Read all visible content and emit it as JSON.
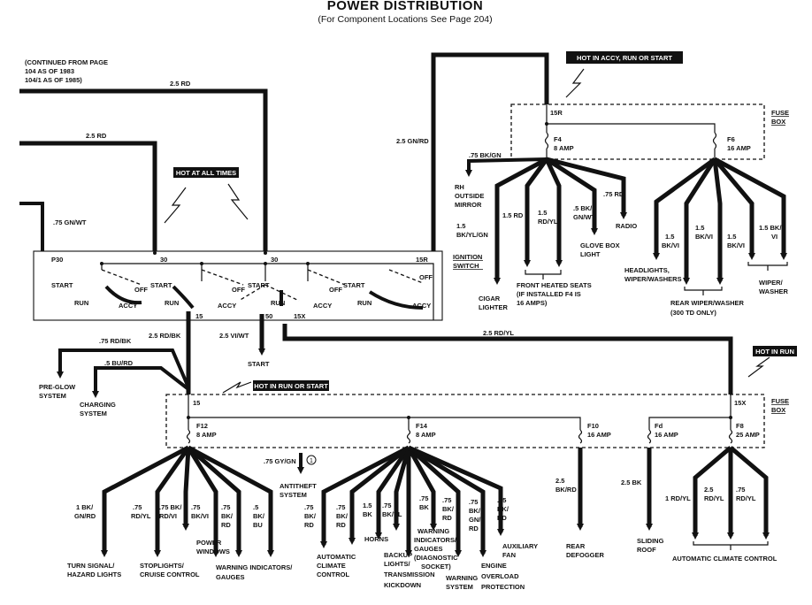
{
  "title": "POWER DISTRIBUTION",
  "subtitle": "(For Component Locations See Page 204)",
  "continued_note": [
    "(CONTINUED FROM PAGE",
    "104 AS OF 1983",
    "104/1 AS OF 1985)"
  ],
  "hot_labels": {
    "accy_run_start": "HOT IN ACCY, RUN OR START",
    "all_times": "HOT AT ALL TIMES",
    "run_or_start": "HOT IN RUN OR START",
    "in_run": "HOT IN RUN"
  },
  "fuse_box_label": [
    "FUSE",
    "BOX"
  ],
  "ignition_switch_label": [
    "IGNITION",
    "SWITCH"
  ],
  "wires": {
    "top_feed": "2.5 RD",
    "second_feed": "2.5 RD",
    "p30_feed": ".75 GN/WT",
    "gn_rd": "2.5 GN/RD",
    "rd_bk": "2.5 RD/BK",
    "rd_bk_small": ".75 RD/BK",
    "bu_rd": ".5 BU/RD",
    "vi_wt": "2.5 VI/WT",
    "rd_yl": "2.5 RD/YL",
    "gy_gn": ".75 GY/GN"
  },
  "terminals": {
    "p30": "P30",
    "t30a": "30",
    "t30b": "30",
    "t15r_sw": "15R",
    "t15r_box": "15R",
    "t15": "15",
    "t50": "50",
    "t15x": "15X",
    "t15_box": "15",
    "t15x_box": "15X",
    "circle_1": "1"
  },
  "switch_positions": {
    "start": "START",
    "run": "RUN",
    "off": "OFF",
    "accy": "ACCY"
  },
  "fuses": {
    "f4": {
      "name": "F4",
      "rating": "8 AMP"
    },
    "f6": {
      "name": "F6",
      "rating": "16 AMP"
    },
    "f12": {
      "name": "F12",
      "rating": "8 AMP"
    },
    "f14": {
      "name": "F14",
      "rating": "8 AMP"
    },
    "f10": {
      "name": "F10",
      "rating": "16 AMP"
    },
    "fd": {
      "name": "Fd",
      "rating": "16 AMP"
    },
    "f8": {
      "name": "F8",
      "rating": "25 AMP"
    }
  },
  "upper_components": {
    "rh_mirror": [
      "RH",
      "OUTSIDE",
      "MIRROR"
    ],
    "bk_gn": ".75 BK/GN",
    "cigar_wire": [
      "1.5",
      "BK/YL/GN"
    ],
    "cigar": [
      "CIGAR",
      "LIGHTER"
    ],
    "rd15": "1.5 RD",
    "rd_yl15": [
      "1.5",
      "RD/YL"
    ],
    "front_heated": [
      "FRONT HEATED SEATS",
      "(IF INSTALLED F4 IS",
      "16 AMPS)"
    ],
    "bk_gn_wt": [
      ".5 BK/",
      "GN/WT"
    ],
    "glove": [
      "GLOVE BOX",
      "LIGHT"
    ],
    "rd75": ".75 RD",
    "radio": "RADIO",
    "bk_vi_1": [
      "1.5",
      "BK/VI"
    ],
    "bk_vi_2": [
      "1.5",
      "BK/VI"
    ],
    "bk_vi_3": [
      "1.5",
      "BK/VI"
    ],
    "bk_vi_4": [
      "1.5 BK/",
      "VI"
    ],
    "headlights": [
      "HEADLIGHTS,",
      "WIPER/WASHERS"
    ],
    "rear_wiper": [
      "REAR WIPER/WASHER",
      "(300 TD ONLY)"
    ],
    "wiper": [
      "WIPER/",
      "WASHER"
    ]
  },
  "lower_components": {
    "preglow": [
      "PRE-GLOW",
      "SYSTEM"
    ],
    "charging": [
      "CHARGING",
      "SYSTEM"
    ],
    "start": "START",
    "antitheft": [
      "ANTITHEFT",
      "SYSTEM"
    ],
    "f12_wires": [
      [
        "1 BK/",
        "GN/RD"
      ],
      [
        ".75",
        "RD/YL"
      ],
      [
        ".75 BK/",
        "RD/VI"
      ],
      [
        ".75",
        "BK/VI"
      ],
      [
        ".75",
        "BK/",
        "RD"
      ],
      [
        ".5",
        "BK/",
        "BU"
      ]
    ],
    "turn_signal": [
      "TURN SIGNAL/",
      "HAZARD LIGHTS"
    ],
    "stoplights": [
      "STOPLIGHTS/",
      "CRUISE CONTROL"
    ],
    "power_windows": [
      "POWER",
      "WINDOWS"
    ],
    "warning_gauges": [
      "WARNING INDICATORS/",
      "GAUGES"
    ],
    "f14_wires": [
      [
        ".75",
        "BK/",
        "RD"
      ],
      [
        ".75",
        "BK/",
        "RD"
      ],
      [
        "1.5",
        "BK"
      ],
      [
        ".75",
        "BK/YL"
      ],
      [
        ".75",
        "BK"
      ],
      [
        ".75",
        "BK/",
        "RD"
      ],
      [
        ".75",
        "BK/",
        "GN/",
        "RD"
      ],
      [
        ".75",
        "BK/",
        "RD"
      ]
    ],
    "auto_climate": [
      "AUTOMATIC",
      "CLIMATE",
      "CONTROL"
    ],
    "horns": "HORNS",
    "backup": [
      "BACKUP",
      "LIGHTS/",
      "TRANSMISSION",
      "KICKDOWN"
    ],
    "warning_diag": [
      "WARNING",
      "INDICATORS/",
      "GAUGES",
      "(DIAGNOSTIC",
      "SOCKET)"
    ],
    "warning_system": [
      "WARNING",
      "SYSTEM"
    ],
    "engine_overload": [
      "ENGINE",
      "OVERLOAD",
      "PROTECTION"
    ],
    "aux_fan": [
      "AUXILIARY",
      "FAN"
    ],
    "rear_defog_wire": [
      "2.5",
      "BK/RD"
    ],
    "rear_defogger": [
      "REAR",
      "DEFOGGER"
    ],
    "sliding_wire": "2.5 BK",
    "sliding_roof": [
      "SLIDING",
      "ROOF"
    ],
    "f8_wires": [
      [
        "1 RD/YL"
      ],
      [
        "2.5",
        "RD/YL"
      ],
      [
        ".75",
        "RD/YL"
      ]
    ],
    "auto_climate2": "AUTOMATIC CLIMATE CONTROL"
  }
}
